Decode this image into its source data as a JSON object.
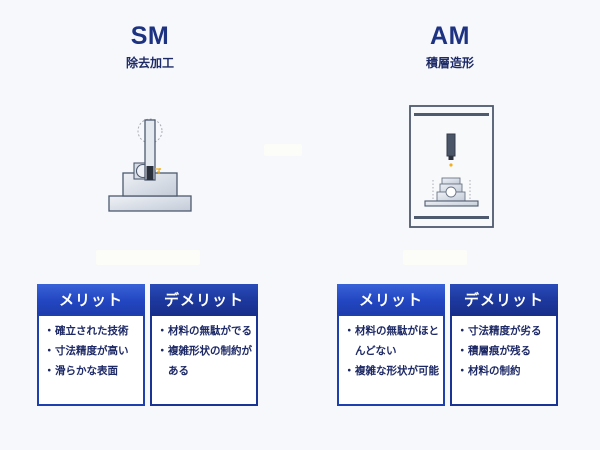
{
  "sm": {
    "title": "SM",
    "subtitle": "除去加工",
    "illustration": "milling-machine-icon",
    "merit": {
      "label": "メリット",
      "items": [
        "確立された技術",
        "寸法精度が高い",
        "滑らかな表面"
      ]
    },
    "demerit": {
      "label": "デメリット",
      "items": [
        "材料の無駄がでる",
        "複雑形状の制約が",
        "ある"
      ]
    }
  },
  "am": {
    "title": "AM",
    "subtitle": "積層造形",
    "illustration": "3d-printer-icon",
    "merit": {
      "label": "メリット",
      "items": [
        "材料の無駄がほと",
        "んどない",
        "複雑な形状が可能"
      ]
    },
    "demerit": {
      "label": "デメリット",
      "items": [
        "寸法精度が劣る",
        "積層痕が残る",
        "材料の制約"
      ]
    }
  },
  "colors": {
    "background": "#f6f8fc",
    "title": "#1e3282",
    "header_blue": "#2347c2",
    "header_dark": "#1d389e",
    "text": "#1e2a66",
    "accent_yellow": "#f2b01e"
  },
  "bullet": "・"
}
